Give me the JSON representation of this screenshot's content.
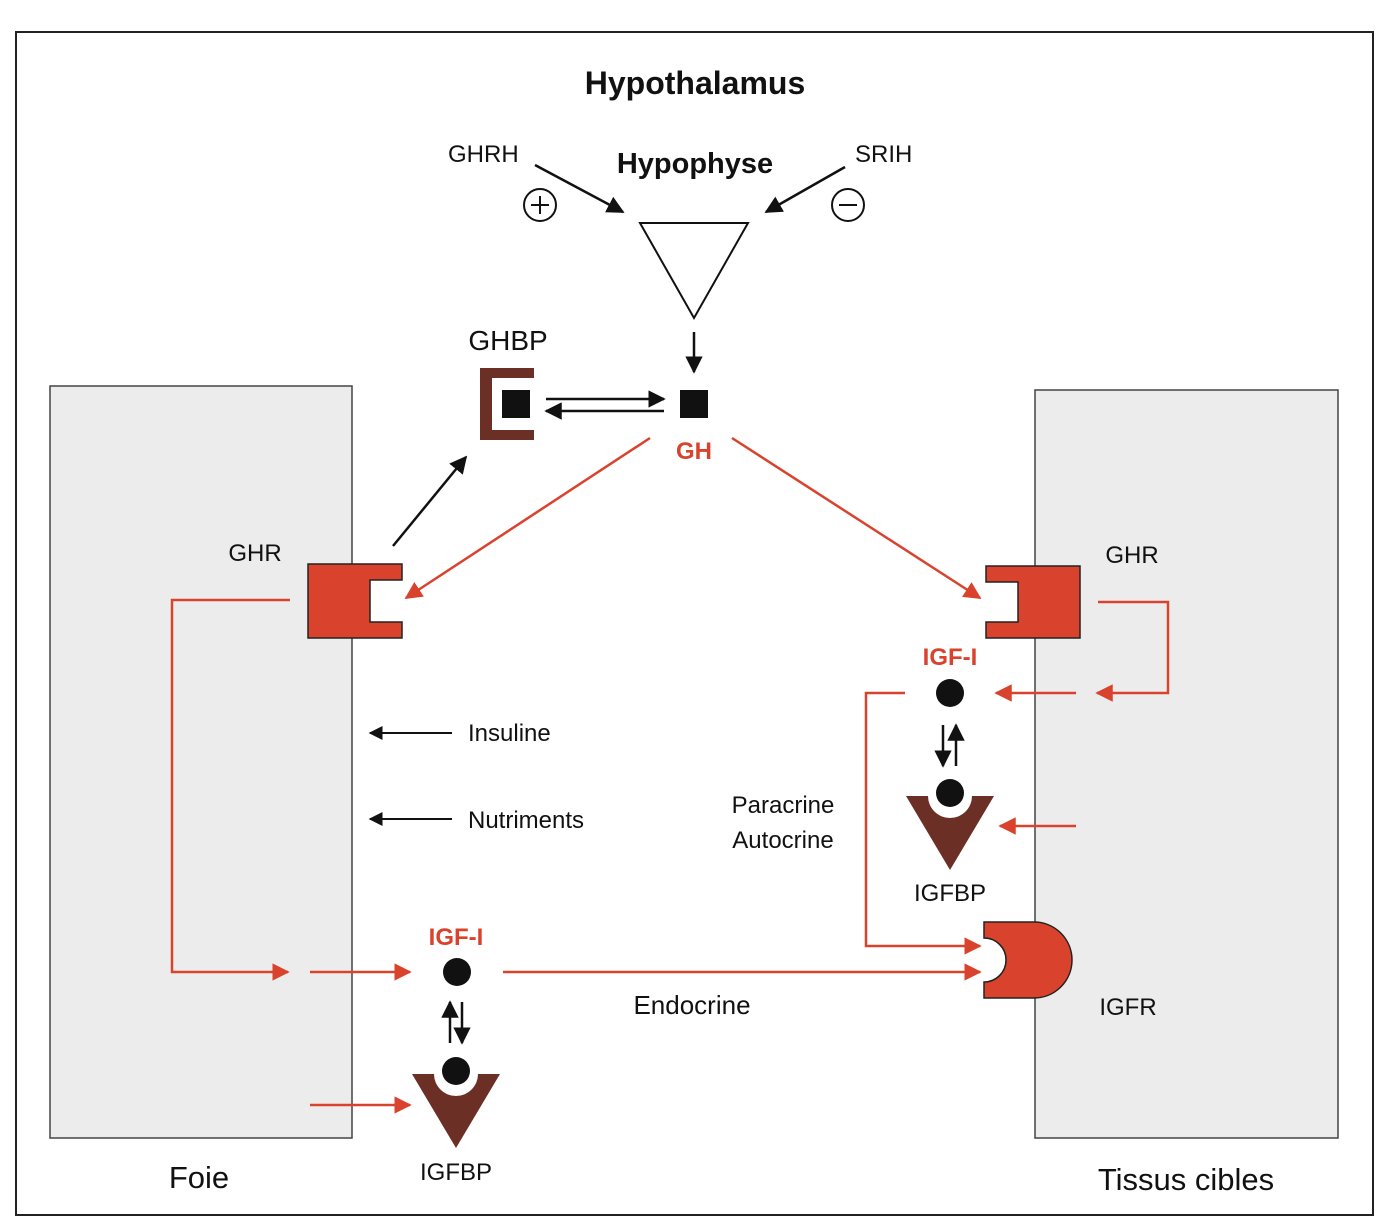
{
  "title": "Hypothalamus",
  "pituitary_label": "Hypophyse",
  "left_hormone": "GHRH",
  "right_hormone": "SRIH",
  "plus_sign": "+",
  "minus_sign": "−",
  "ghbp_label": "GHBP",
  "gh_label": "GH",
  "ghr_left_label": "GHR",
  "ghr_right_label": "GHR",
  "insulin_label": "Insuline",
  "nutrients_label": "Nutriments",
  "igf_right_label": "IGF-I",
  "igf_left_label": "IGF-I",
  "paracrine_label": "Paracrine",
  "autocrine_label": "Autocrine",
  "igfbp_right_label": "IGFBP",
  "igfbp_left_label": "IGFBP",
  "endocrine_label": "Endocrine",
  "igfr_label": "IGFR",
  "liver_label": "Foie",
  "target_label": "Tissus cibles",
  "colors": {
    "red": "#d9432e",
    "brown": "#6b2f25",
    "panel": "#ececec",
    "black": "#111111"
  }
}
